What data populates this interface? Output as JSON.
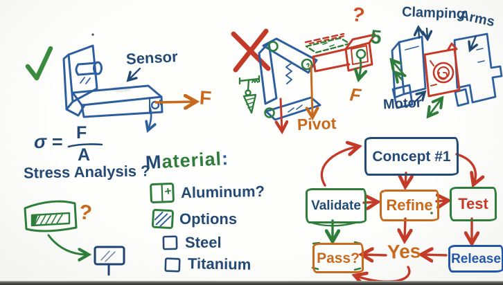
{
  "palette": {
    "navy_text": "#234a74",
    "sketch_blue": "#2d5f9e",
    "green": "#2e7d3a",
    "red": "#c43a28",
    "orange": "#c76a1d",
    "orange_red": "#cd4f25",
    "release_blue": "#2456a8"
  },
  "bracket_section": {
    "sensor_label": "Sensor",
    "force_label": "F"
  },
  "equation": {
    "lhs": "σ =",
    "numerator": "F",
    "denominator": "A",
    "caption": "Stress Analysis ?"
  },
  "material": {
    "heading_m": "M",
    "heading_rest": "aterial",
    "heading_colon": ":",
    "items": [
      {
        "label": "Aluminum?"
      },
      {
        "label": "Options"
      },
      {
        "label": "Steel"
      },
      {
        "label": "Titanium"
      }
    ]
  },
  "beam_detail": {
    "question_mark": "?"
  },
  "mechanism": {
    "question_mark": "?",
    "number_label": "5",
    "force_label": "F",
    "pivot_label": "Pivot"
  },
  "gripper": {
    "title_word1": "Clamping",
    "title_word2": "Arms",
    "motor_label": "Motor"
  },
  "flowchart": {
    "concept": "Concept #1",
    "validate": "Validate",
    "refine": "Refine",
    "test": "Test",
    "pass": "Pass?",
    "yes": "Yes",
    "release": "Release"
  }
}
